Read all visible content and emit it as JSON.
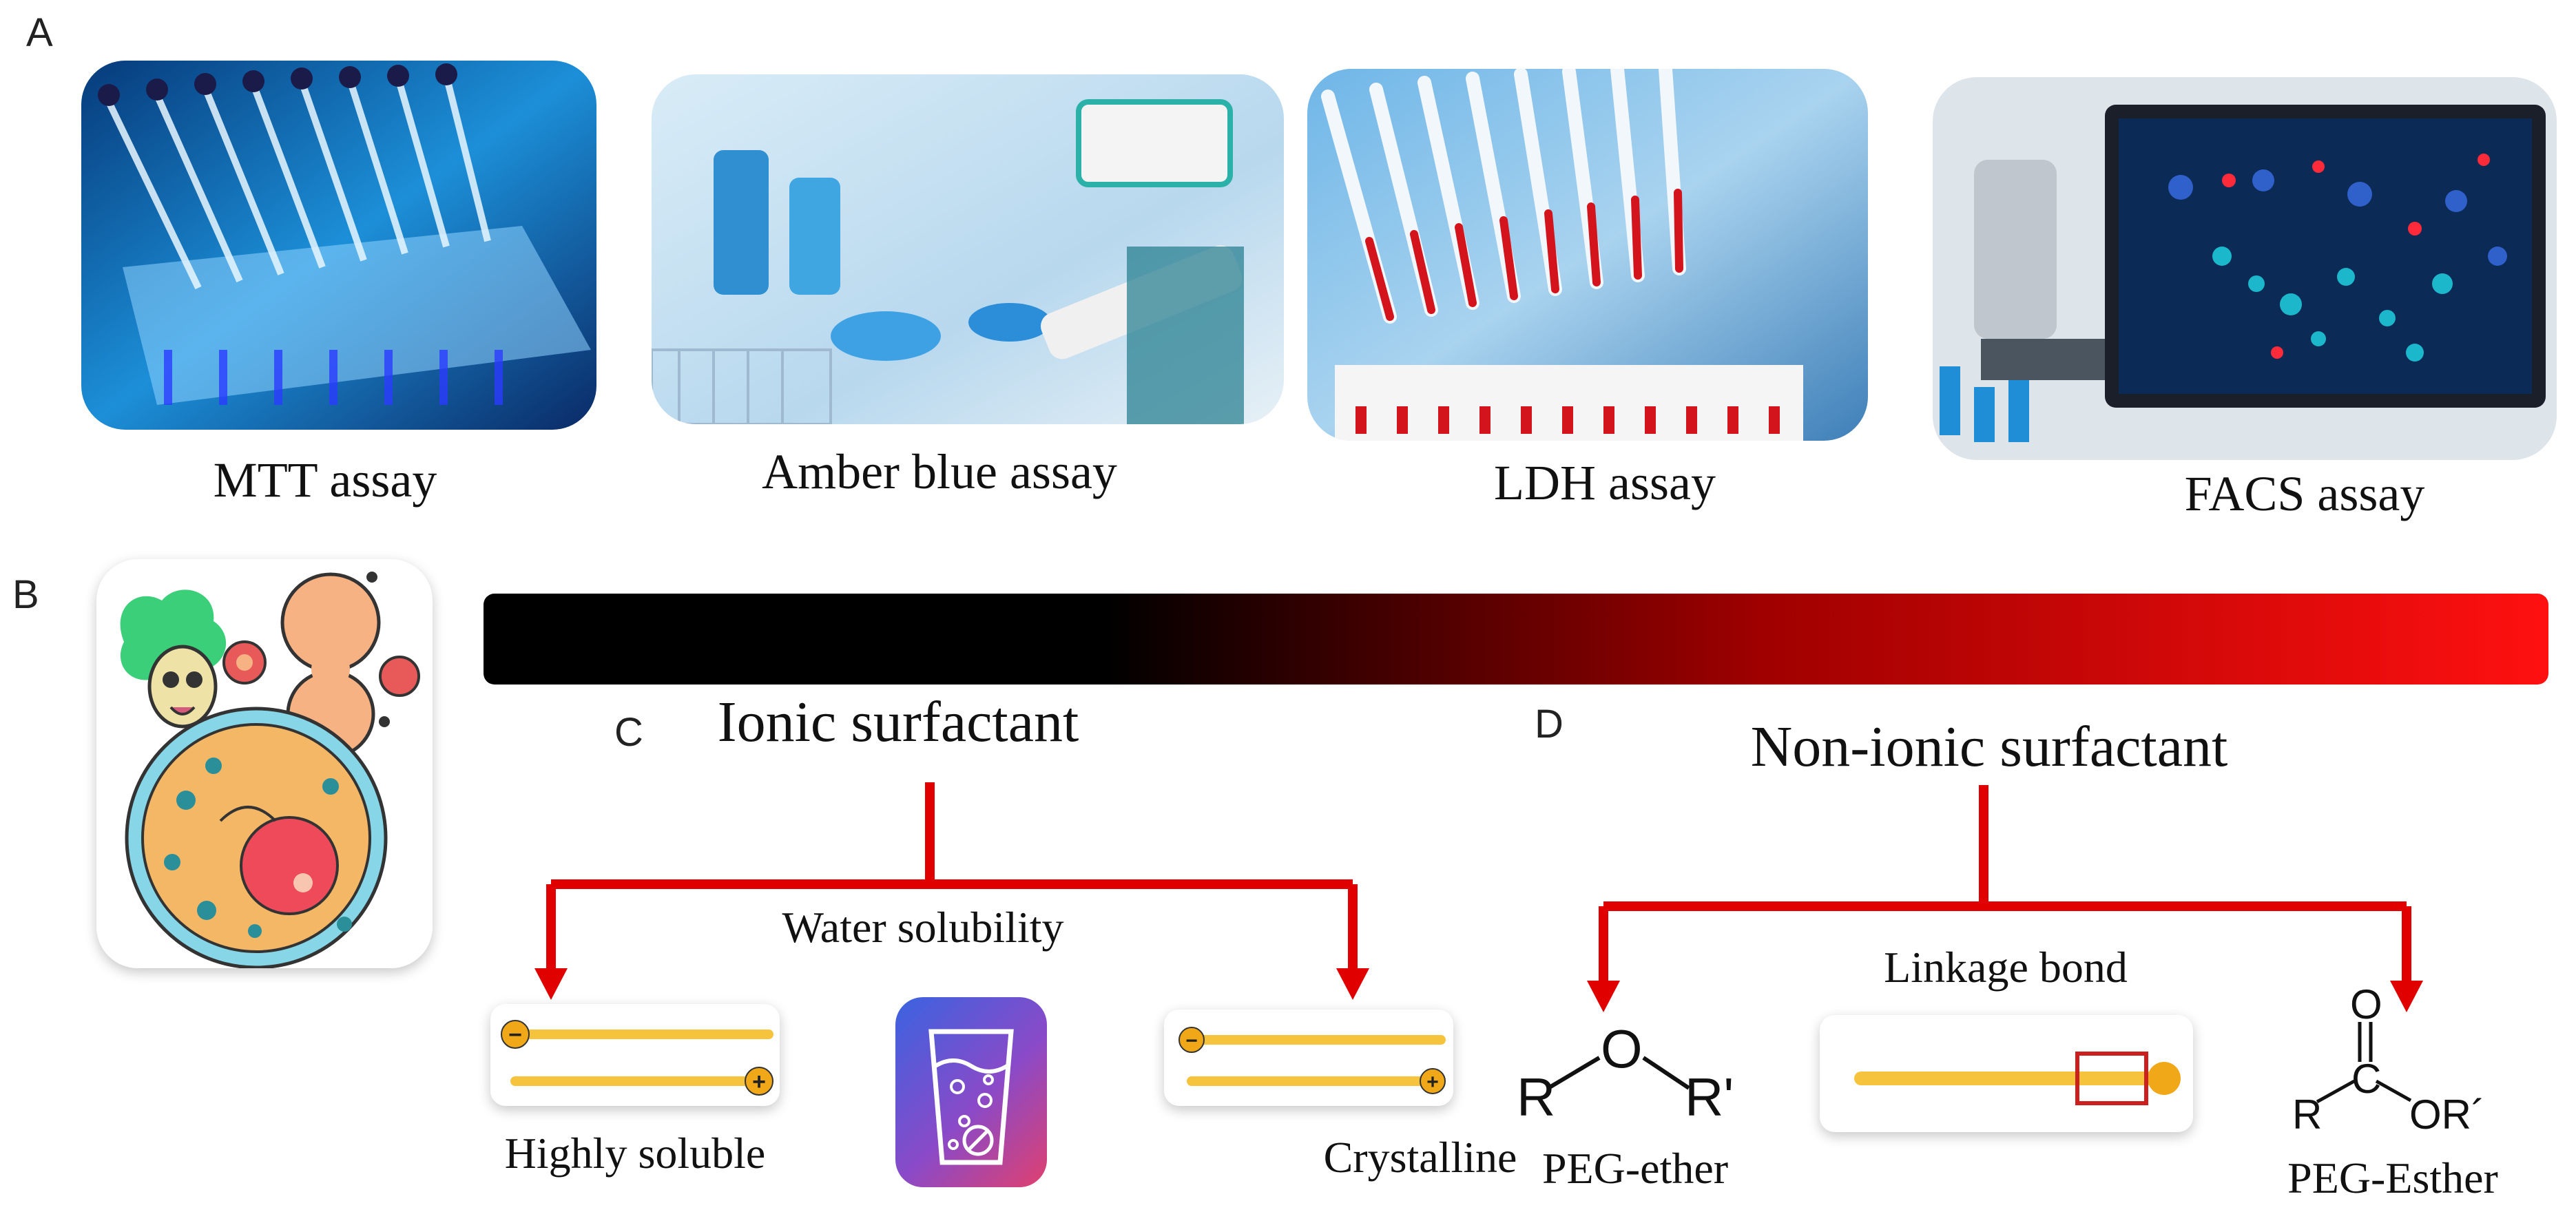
{
  "panels": {
    "a": "A",
    "b": "B",
    "c": "C",
    "d": "D"
  },
  "assays": [
    {
      "label": "MTT assay",
      "icon": "pipette-plate-photo"
    },
    {
      "label": "Amber blue assay",
      "icon": "lab-vials-photo"
    },
    {
      "label": "LDH assay",
      "icon": "red-pipettes-photo"
    },
    {
      "label": "FACS assay",
      "icon": "microscope-monitor-photo"
    }
  ],
  "gradient": {
    "start_color": "#000000",
    "end_color": "#ff1010"
  },
  "ionic": {
    "title": "Ionic surfactant",
    "branch_label": "Water solubility",
    "left_label": "Highly soluble",
    "right_label": "Crystalline"
  },
  "nonionic": {
    "title": "Non-ionic surfactant",
    "branch_label": "Linkage bond",
    "left_label": "PEG-ether",
    "right_label": "PEG-Esther"
  },
  "chem": {
    "ether_r": "R",
    "ether_o": "O",
    "ether_r2": "R'",
    "ester_o": "O",
    "ester_c": "C",
    "ester_r": "R",
    "ester_or": "OR´"
  },
  "charges": {
    "minus": "−",
    "plus": "+"
  },
  "colors": {
    "arrow": "#e00000",
    "tail": "#f6c43c",
    "box": "#cc1f1f"
  }
}
